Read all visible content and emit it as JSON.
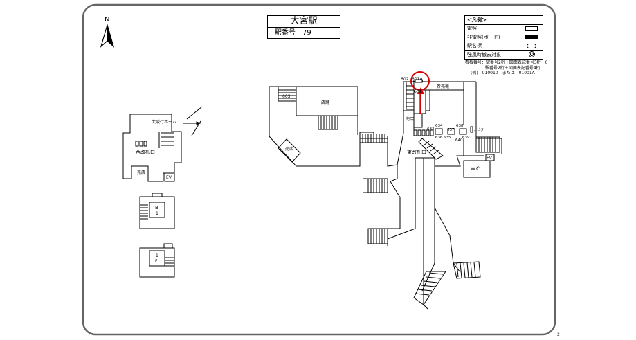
{
  "station": {
    "name": "大宮駅",
    "number_label": "駅番号　79"
  },
  "north_label": "N",
  "legend": {
    "title": "＜凡例＞",
    "items": [
      {
        "label": "電照",
        "icon": "outline-rect"
      },
      {
        "label": "非電照(ボード)",
        "icon": "filled-rect"
      },
      {
        "label": "駅名標",
        "icon": "rounded-rect"
      },
      {
        "label": "強風時撤去対象",
        "icon": "double-circle"
      }
    ]
  },
  "numbering_note": {
    "line1": "看板番号：駅番号2桁＋図面表記番号3桁＋0",
    "line2": "駅番号2桁＋図面表記番号4桁",
    "line3": "(例)　010010　または　01001A"
  },
  "labels": {
    "west_gate": "西改札口",
    "shop": "売店",
    "ev": "EV",
    "osaka_platform": "大阪行ホーム",
    "b1": "B",
    "b1b": "1",
    "f1": "1",
    "f1b": "F",
    "shop_main": "店舗",
    "n603": "603",
    "n602": "602",
    "n601a": "601A",
    "n601": "601",
    "ticket_machine": "券売機",
    "shop_v": "売店",
    "east_gate": "東改札口",
    "n633": "633",
    "n634": "634",
    "n635": "635",
    "n636": "636",
    "n637": "637",
    "n638": "638",
    "n639": "639",
    "n640": "640",
    "navita": "ナビタ",
    "wc": "ＷＣ",
    "ev2": "EV",
    "page_number": "2"
  },
  "colors": {
    "highlight": "#d40000",
    "line": "#000000",
    "frame": "#666666"
  }
}
